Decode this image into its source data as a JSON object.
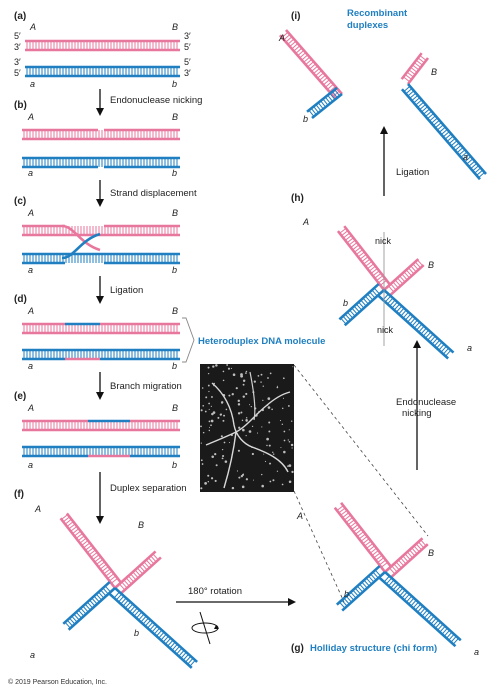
{
  "figure": {
    "colors": {
      "pink": "#e8779e",
      "blue": "#1f7fc1",
      "arrow": "#111111",
      "callout": "#1f7fc1"
    },
    "panels": {
      "a": "(a)",
      "b": "(b)",
      "c": "(c)",
      "d": "(d)",
      "e": "(e)",
      "f": "(f)",
      "g": "(g)",
      "h": "(h)",
      "i": "(i)"
    },
    "genes": {
      "A": "A",
      "B": "B",
      "a": "a",
      "b": "b"
    },
    "ends": {
      "five": "5′",
      "three": "3′"
    },
    "steps": {
      "s1": "Endonuclease nicking",
      "s2": "Strand displacement",
      "s3": "Ligation",
      "s4": "Branch migration",
      "s5": "Duplex separation",
      "rotation": "180° rotation",
      "endo_line1": "Endonuclease",
      "endo_line2": "nicking",
      "ligation_right": "Ligation"
    },
    "callouts": {
      "heteroduplex": "Heteroduplex DNA molecule",
      "holliday": "Holliday structure (chi form)",
      "recombinant_line1": "Recombinant",
      "recombinant_line2": "duplexes"
    },
    "nick": "nick",
    "credit": "© 2019 Pearson Education, Inc.",
    "micrograph_icon": "electron-micrograph"
  }
}
